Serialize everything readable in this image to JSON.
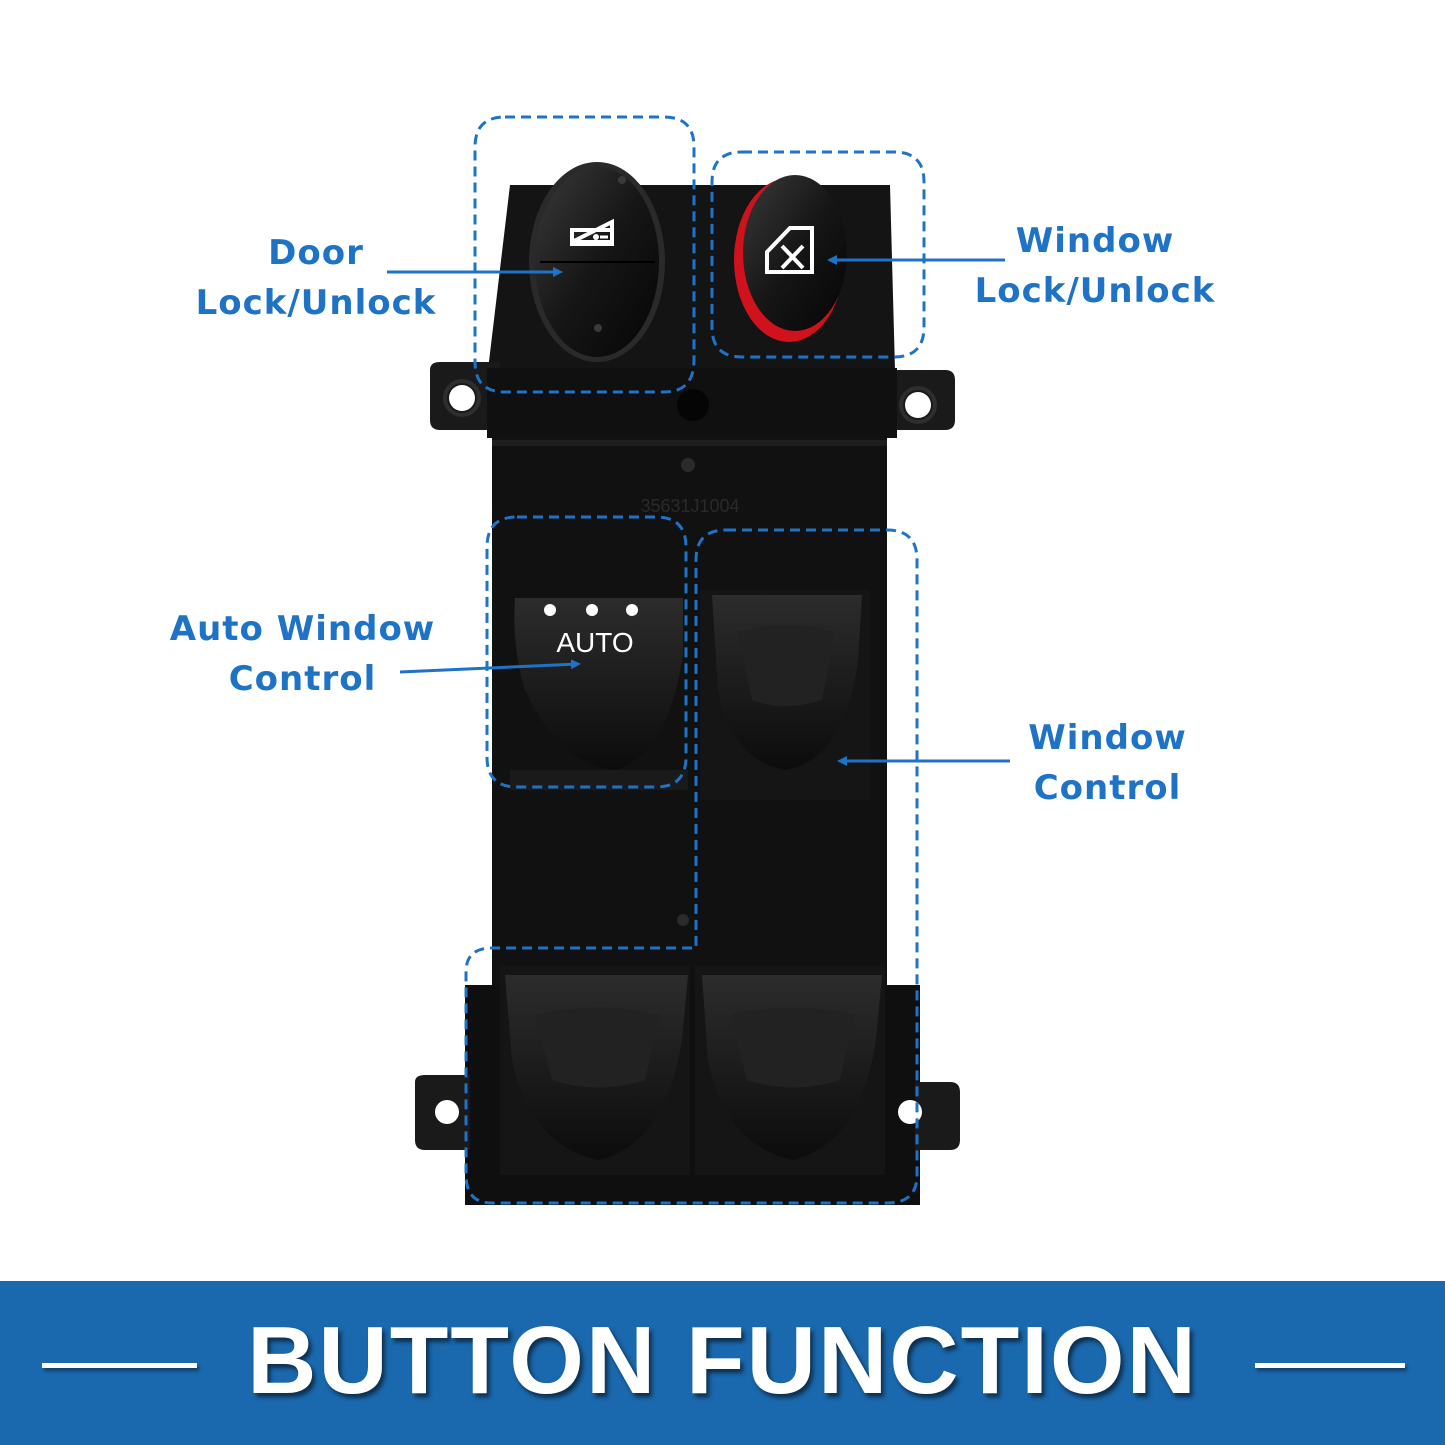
{
  "callouts": {
    "door_lock": {
      "line1": "Door",
      "line2": "Lock/Unlock"
    },
    "window_lock": {
      "line1": "Window",
      "line2": "Lock/Unlock"
    },
    "auto_window": {
      "line1": "Auto Window",
      "line2": "Control"
    },
    "window_control": {
      "line1": "Window",
      "line2": "Control"
    }
  },
  "switch": {
    "auto_label": "AUTO"
  },
  "banner": {
    "title": "BUTTON FUNCTION"
  },
  "colors": {
    "accent_blue": "#1f73c6",
    "banner_blue": "#1a68ad",
    "switch_body": "#121212",
    "lock_red": "#d0121c"
  }
}
